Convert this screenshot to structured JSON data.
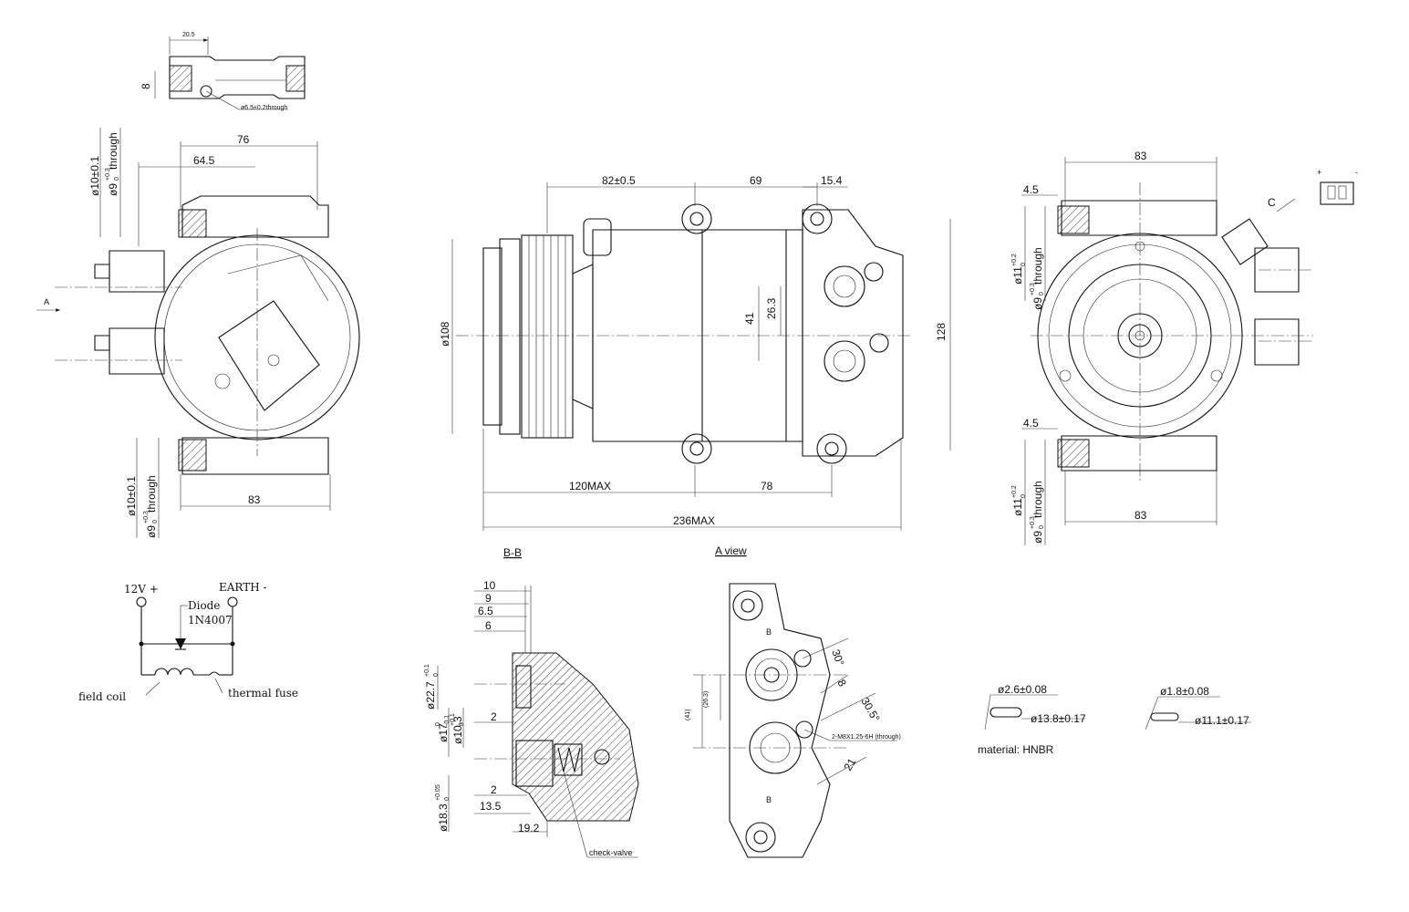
{
  "top_detail": {
    "dim_width": "20.5",
    "dim_height": "8",
    "hole_note": "ø6.5±0.2through"
  },
  "left_view": {
    "arrow_label": "A",
    "dim_76": "76",
    "dim_64_5": "64.5",
    "dim_83": "83",
    "hole_top_a": "ø10±0.1",
    "hole_top_b": "ø9",
    "hole_top_b_tol_upper": "+0.3",
    "hole_top_b_tol_lower": "0",
    "hole_top_b_suffix": "through",
    "hole_bot_a": "ø10±0.1",
    "hole_bot_b": "ø9",
    "hole_bot_b_tol_upper": "+0.3",
    "hole_bot_b_tol_lower": "0",
    "hole_bot_b_suffix": "through"
  },
  "center_view": {
    "dim_82": "82±0.5",
    "dim_69": "69",
    "dim_15_4": "15.4",
    "dim_108": "ø108",
    "dim_41": "41",
    "dim_26_3": "26.3",
    "dim_128": "128",
    "dim_120max": "120MAX",
    "dim_78": "78",
    "dim_236max": "236MAX"
  },
  "right_view": {
    "dim_83_top": "83",
    "dim_83_bot": "83",
    "dim_4_5_top": "4.5",
    "dim_4_5_bot": "4.5",
    "hole_top_a": "ø11",
    "hole_top_a_tol_upper": "+0.2",
    "hole_top_a_tol_lower": "0",
    "hole_top_b": "ø9",
    "hole_top_b_tol_upper": "+0.3",
    "hole_top_b_tol_lower": "0",
    "hole_top_b_suffix": "through",
    "hole_bot_a": "ø11",
    "hole_bot_a_tol_upper": "+0.2",
    "hole_bot_a_tol_lower": "0",
    "hole_bot_b": "ø9",
    "hole_bot_b_tol_upper": "+0.3",
    "hole_bot_b_tol_lower": "0",
    "hole_bot_b_suffix": "through",
    "connector_plus": "+",
    "connector_minus": "-",
    "view_c": "C"
  },
  "circuit": {
    "supply": "12V +",
    "earth": "EARTH -",
    "diode_label": "Diode",
    "diode_part": "1N4007",
    "field_coil": "field coil",
    "thermal_fuse": "thermal fuse"
  },
  "section_bb": {
    "title": "B-B",
    "dim_10": "10",
    "dim_9": "9",
    "dim_6_5": "6.5",
    "dim_6": "6",
    "dim_22_7": "ø22.7",
    "dim_22_7_tol_upper": "+0.1",
    "dim_22_7_tol_lower": "0",
    "dim_17": "ø17",
    "dim_17_tol_upper": "0",
    "dim_17_tol_lower": "-0.1",
    "dim_10_3": "ø10.3",
    "dim_10_3_tol_upper": "+0.1",
    "dim_10_3_tol_lower": "0",
    "dim_2_top": "2",
    "dim_2_bot": "2",
    "dim_18_3": "ø18.3",
    "dim_18_3_tol_upper": "+0.05",
    "dim_18_3_tol_lower": "0",
    "dim_13_5": "13.5",
    "dim_19_2": "19.2",
    "check_valve": "check-valve"
  },
  "view_a": {
    "title": "A view",
    "b_top": "B",
    "b_bot": "B",
    "dim_41": "(41)",
    "dim_26_3": "(26.3)",
    "angle_30": "30°",
    "dim_8": "8",
    "dim_30_5": "30.5°",
    "thread_note": "2-M8X1.25-6H (through)",
    "dim_21": "21"
  },
  "orings": {
    "ring1_cs": "ø2.6±0.08",
    "ring1_id": "ø13.8±0.17",
    "ring2_cs": "ø1.8±0.08",
    "ring2_id": "ø11.1±0.17",
    "material": "material: HNBR"
  }
}
